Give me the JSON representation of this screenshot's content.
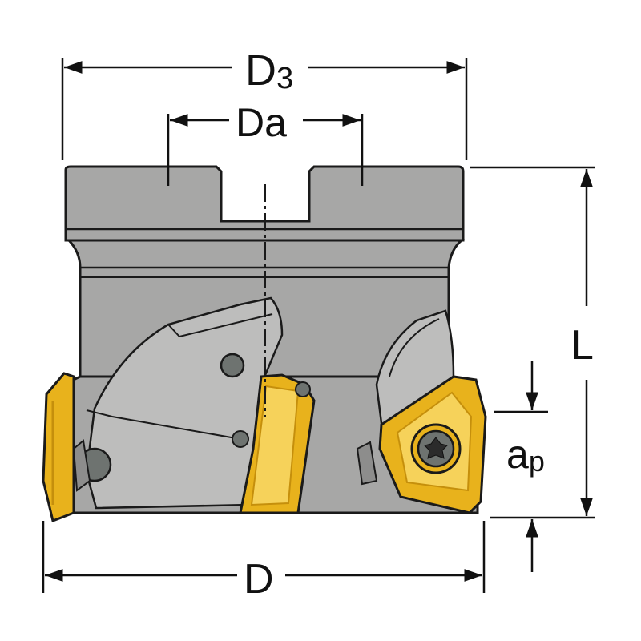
{
  "labels": {
    "d3_main": "D",
    "d3_sub": "3",
    "da": "Da",
    "l": "L",
    "ap_main": "a",
    "ap_sub": "p",
    "d": "D"
  },
  "colors": {
    "body": "#a7a7a6",
    "body_light": "#bdbdbc",
    "body_dark": "#8d8d8c",
    "outline": "#1a1a1a",
    "insert": "#e8b21c",
    "insert_dark": "#c58f0c",
    "insert_light": "#f6d25a",
    "screw": "#6e7370",
    "dimension": "#111111"
  }
}
